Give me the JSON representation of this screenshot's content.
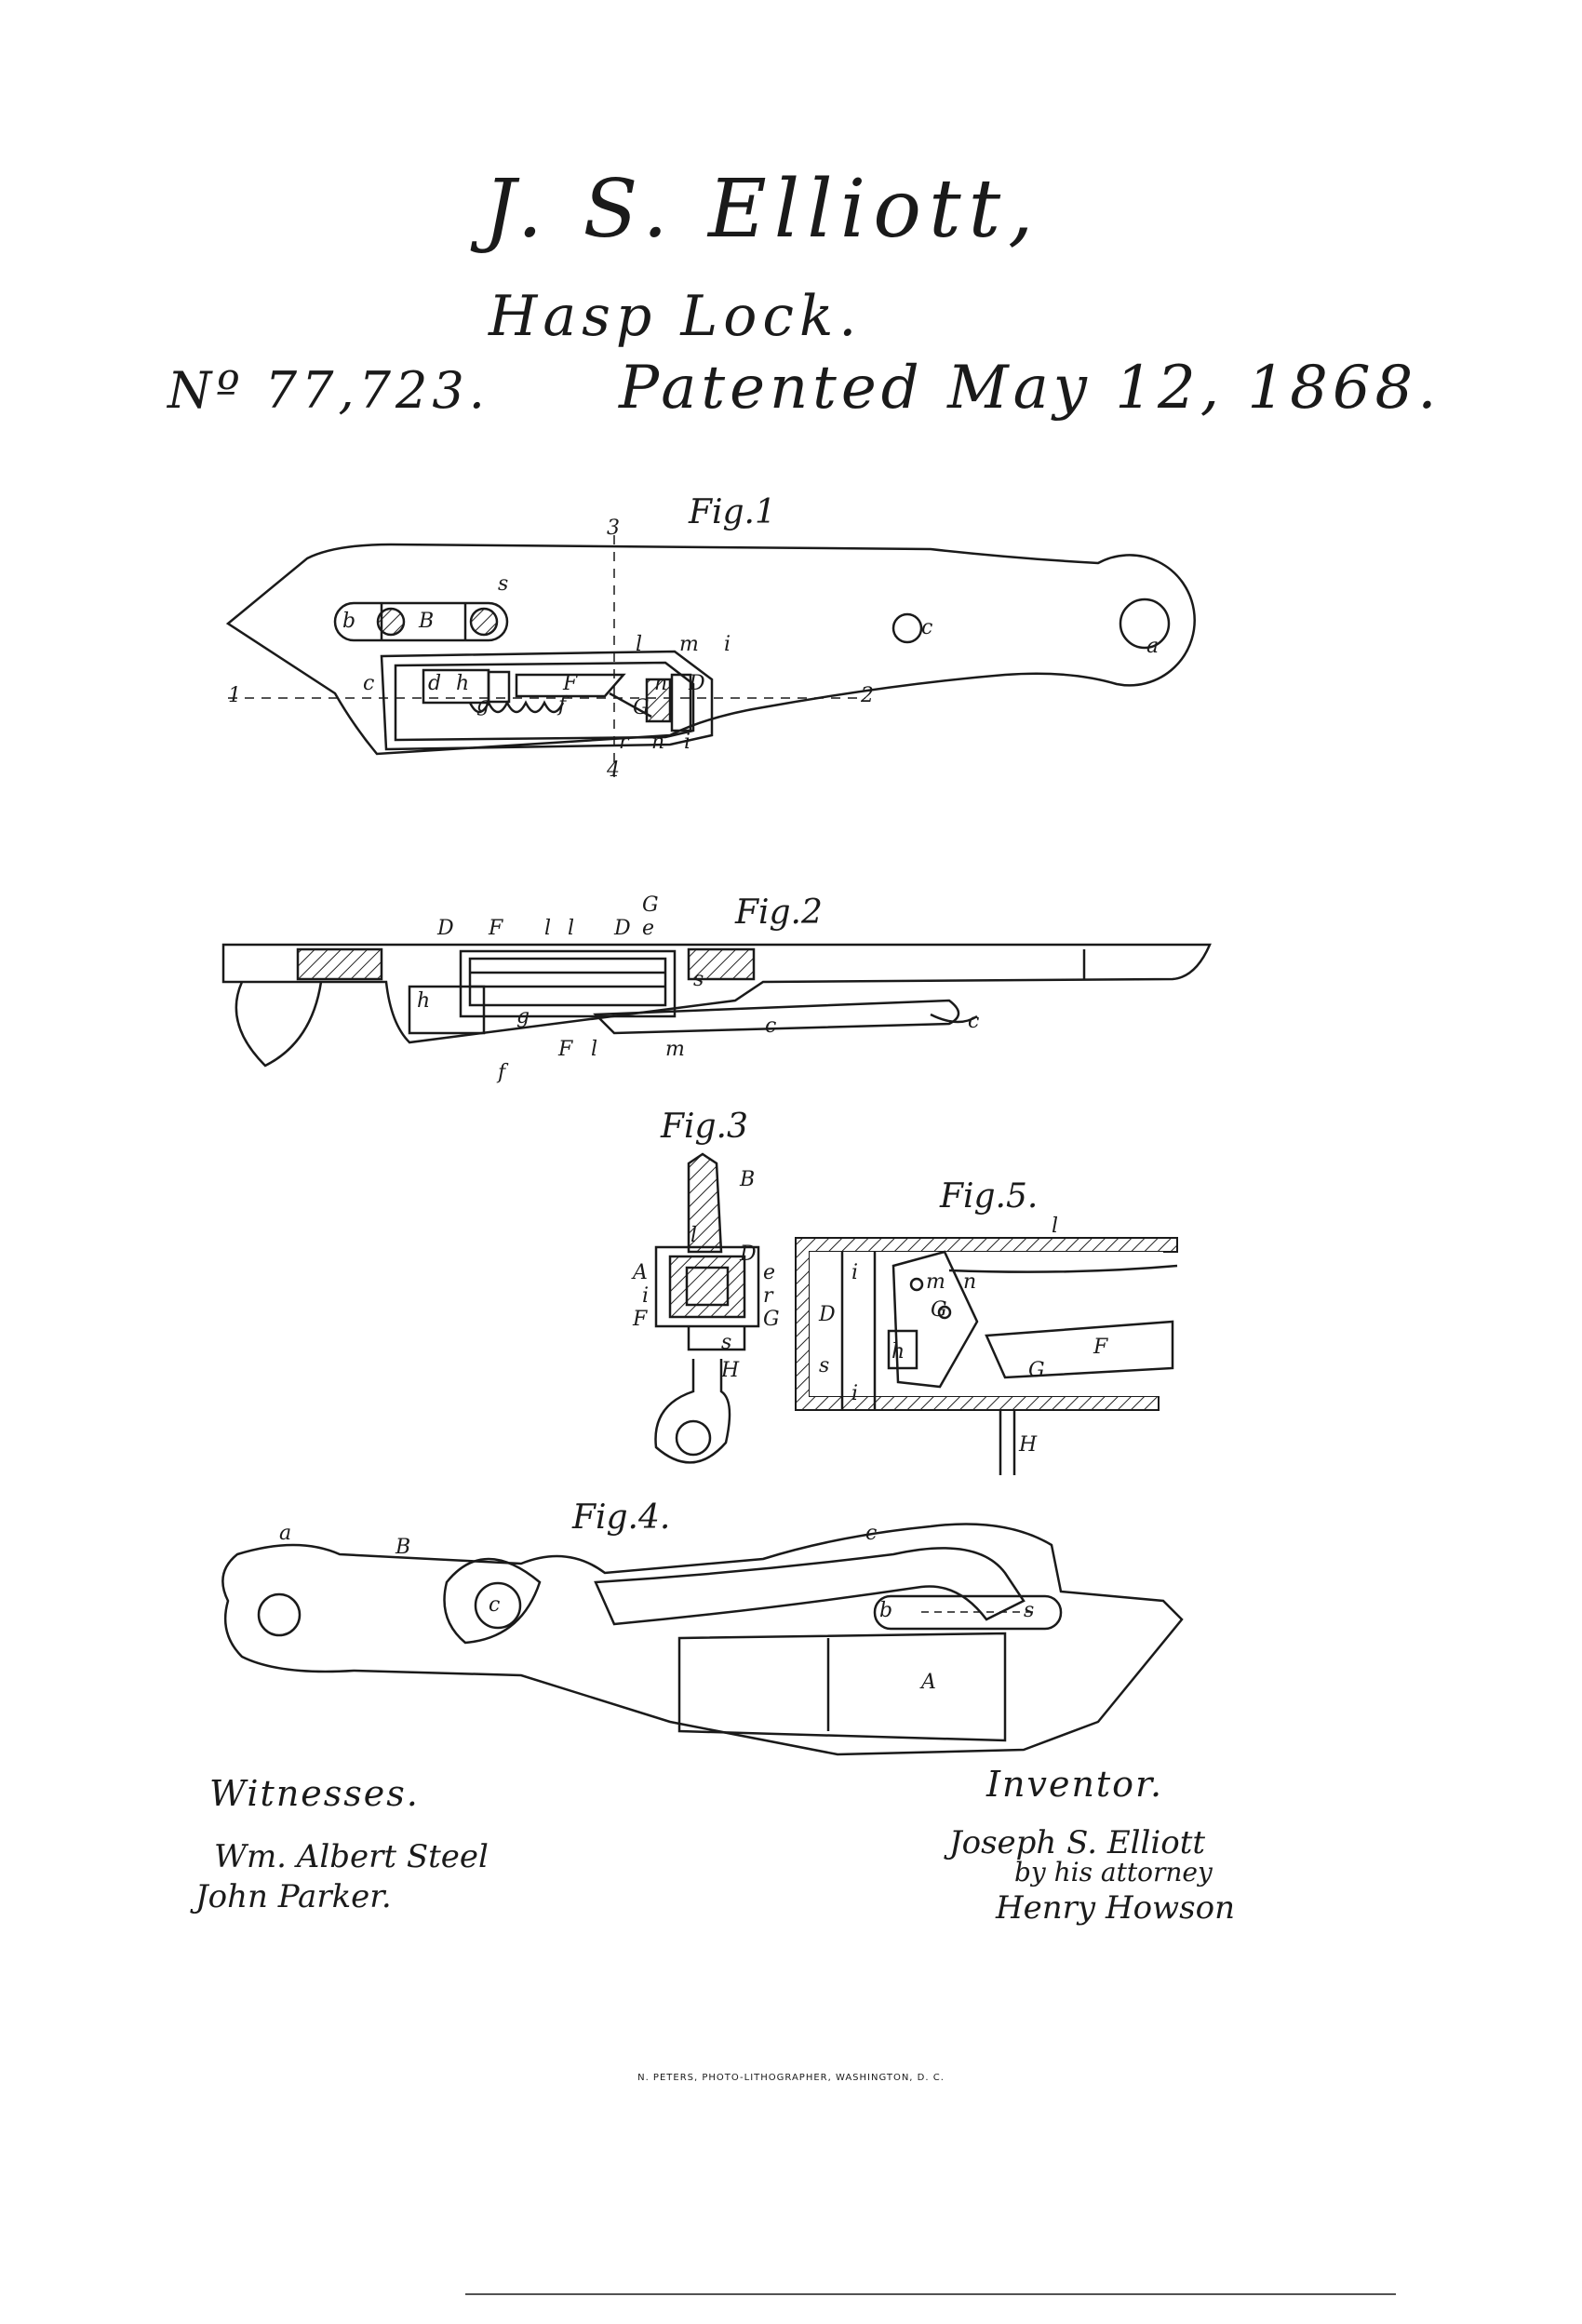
{
  "header": {
    "inventor": "J. S. Elliott,",
    "subject": "Hasp Lock.",
    "patent_number": "Nº 77,723.",
    "patent_date": "Patented May 12, 1868."
  },
  "figures": {
    "fig1": "Fig.1",
    "fig2": "Fig.2",
    "fig3": "Fig.3",
    "fig4": "Fig.4.",
    "fig5": "Fig.5."
  },
  "labels": {
    "fig1": [
      "3",
      "s",
      "b",
      "B",
      "c",
      "a",
      "l",
      "m",
      "i",
      "c",
      "d",
      "h",
      "F",
      "g",
      "f",
      "n",
      "D",
      "G",
      "1",
      "2",
      "4",
      "r",
      "n",
      "i"
    ],
    "fig2": [
      "D",
      "F",
      "l",
      "l",
      "D",
      "e",
      "G",
      "h",
      "g",
      "f",
      "F",
      "l",
      "m",
      "c",
      "c",
      "s"
    ],
    "fig3": [
      "B",
      "l",
      "D",
      "A",
      "e",
      "i",
      "r",
      "F",
      "G",
      "s",
      "H"
    ],
    "fig4": [
      "a",
      "B",
      "c",
      "c",
      "b",
      "s",
      "A"
    ],
    "fig5": [
      "l",
      "i",
      "m",
      "n",
      "D",
      "G",
      "F",
      "h",
      "i",
      "s",
      "H",
      "G"
    ]
  },
  "witnesses": {
    "label": "Witnesses.",
    "names": [
      "Wm. Albert Steel",
      "John Parker."
    ]
  },
  "inventor": {
    "label": "Inventor.",
    "name": "Joseph S. Elliott",
    "by_line": "by his attorney",
    "attorney": "Henry Howson"
  },
  "footer": "N. PETERS, PHOTO-LITHOGRAPHER, WASHINGTON, D. C."
}
